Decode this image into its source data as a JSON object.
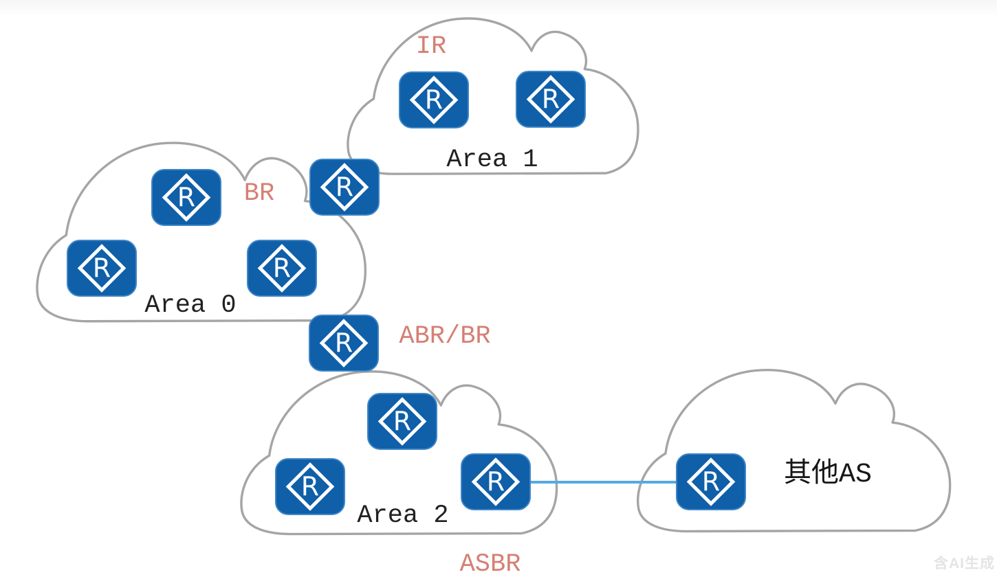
{
  "diagram": {
    "areas": {
      "area1": "Area 1",
      "area0": "Area 0",
      "area2": "Area 2",
      "other_as": "其他AS"
    },
    "labels": {
      "ir": "IR",
      "br": "BR",
      "abr_br": "ABR/BR",
      "asbr": "ASBR"
    },
    "router_glyph": "R",
    "router_counts": {
      "area1": 2,
      "area0_internal": 3,
      "area0_area1_border": 1,
      "area0_area2_border": 1,
      "area2": 3,
      "other_as": 1
    },
    "colors": {
      "router_blue": "#0f5fa9",
      "cloud_stroke": "#a5a5a5",
      "link_blue": "#55aadf",
      "role_label": "#d57f74",
      "area_label": "#212121",
      "watermark": "#e4e4e4"
    },
    "watermark": "含AI生成"
  }
}
